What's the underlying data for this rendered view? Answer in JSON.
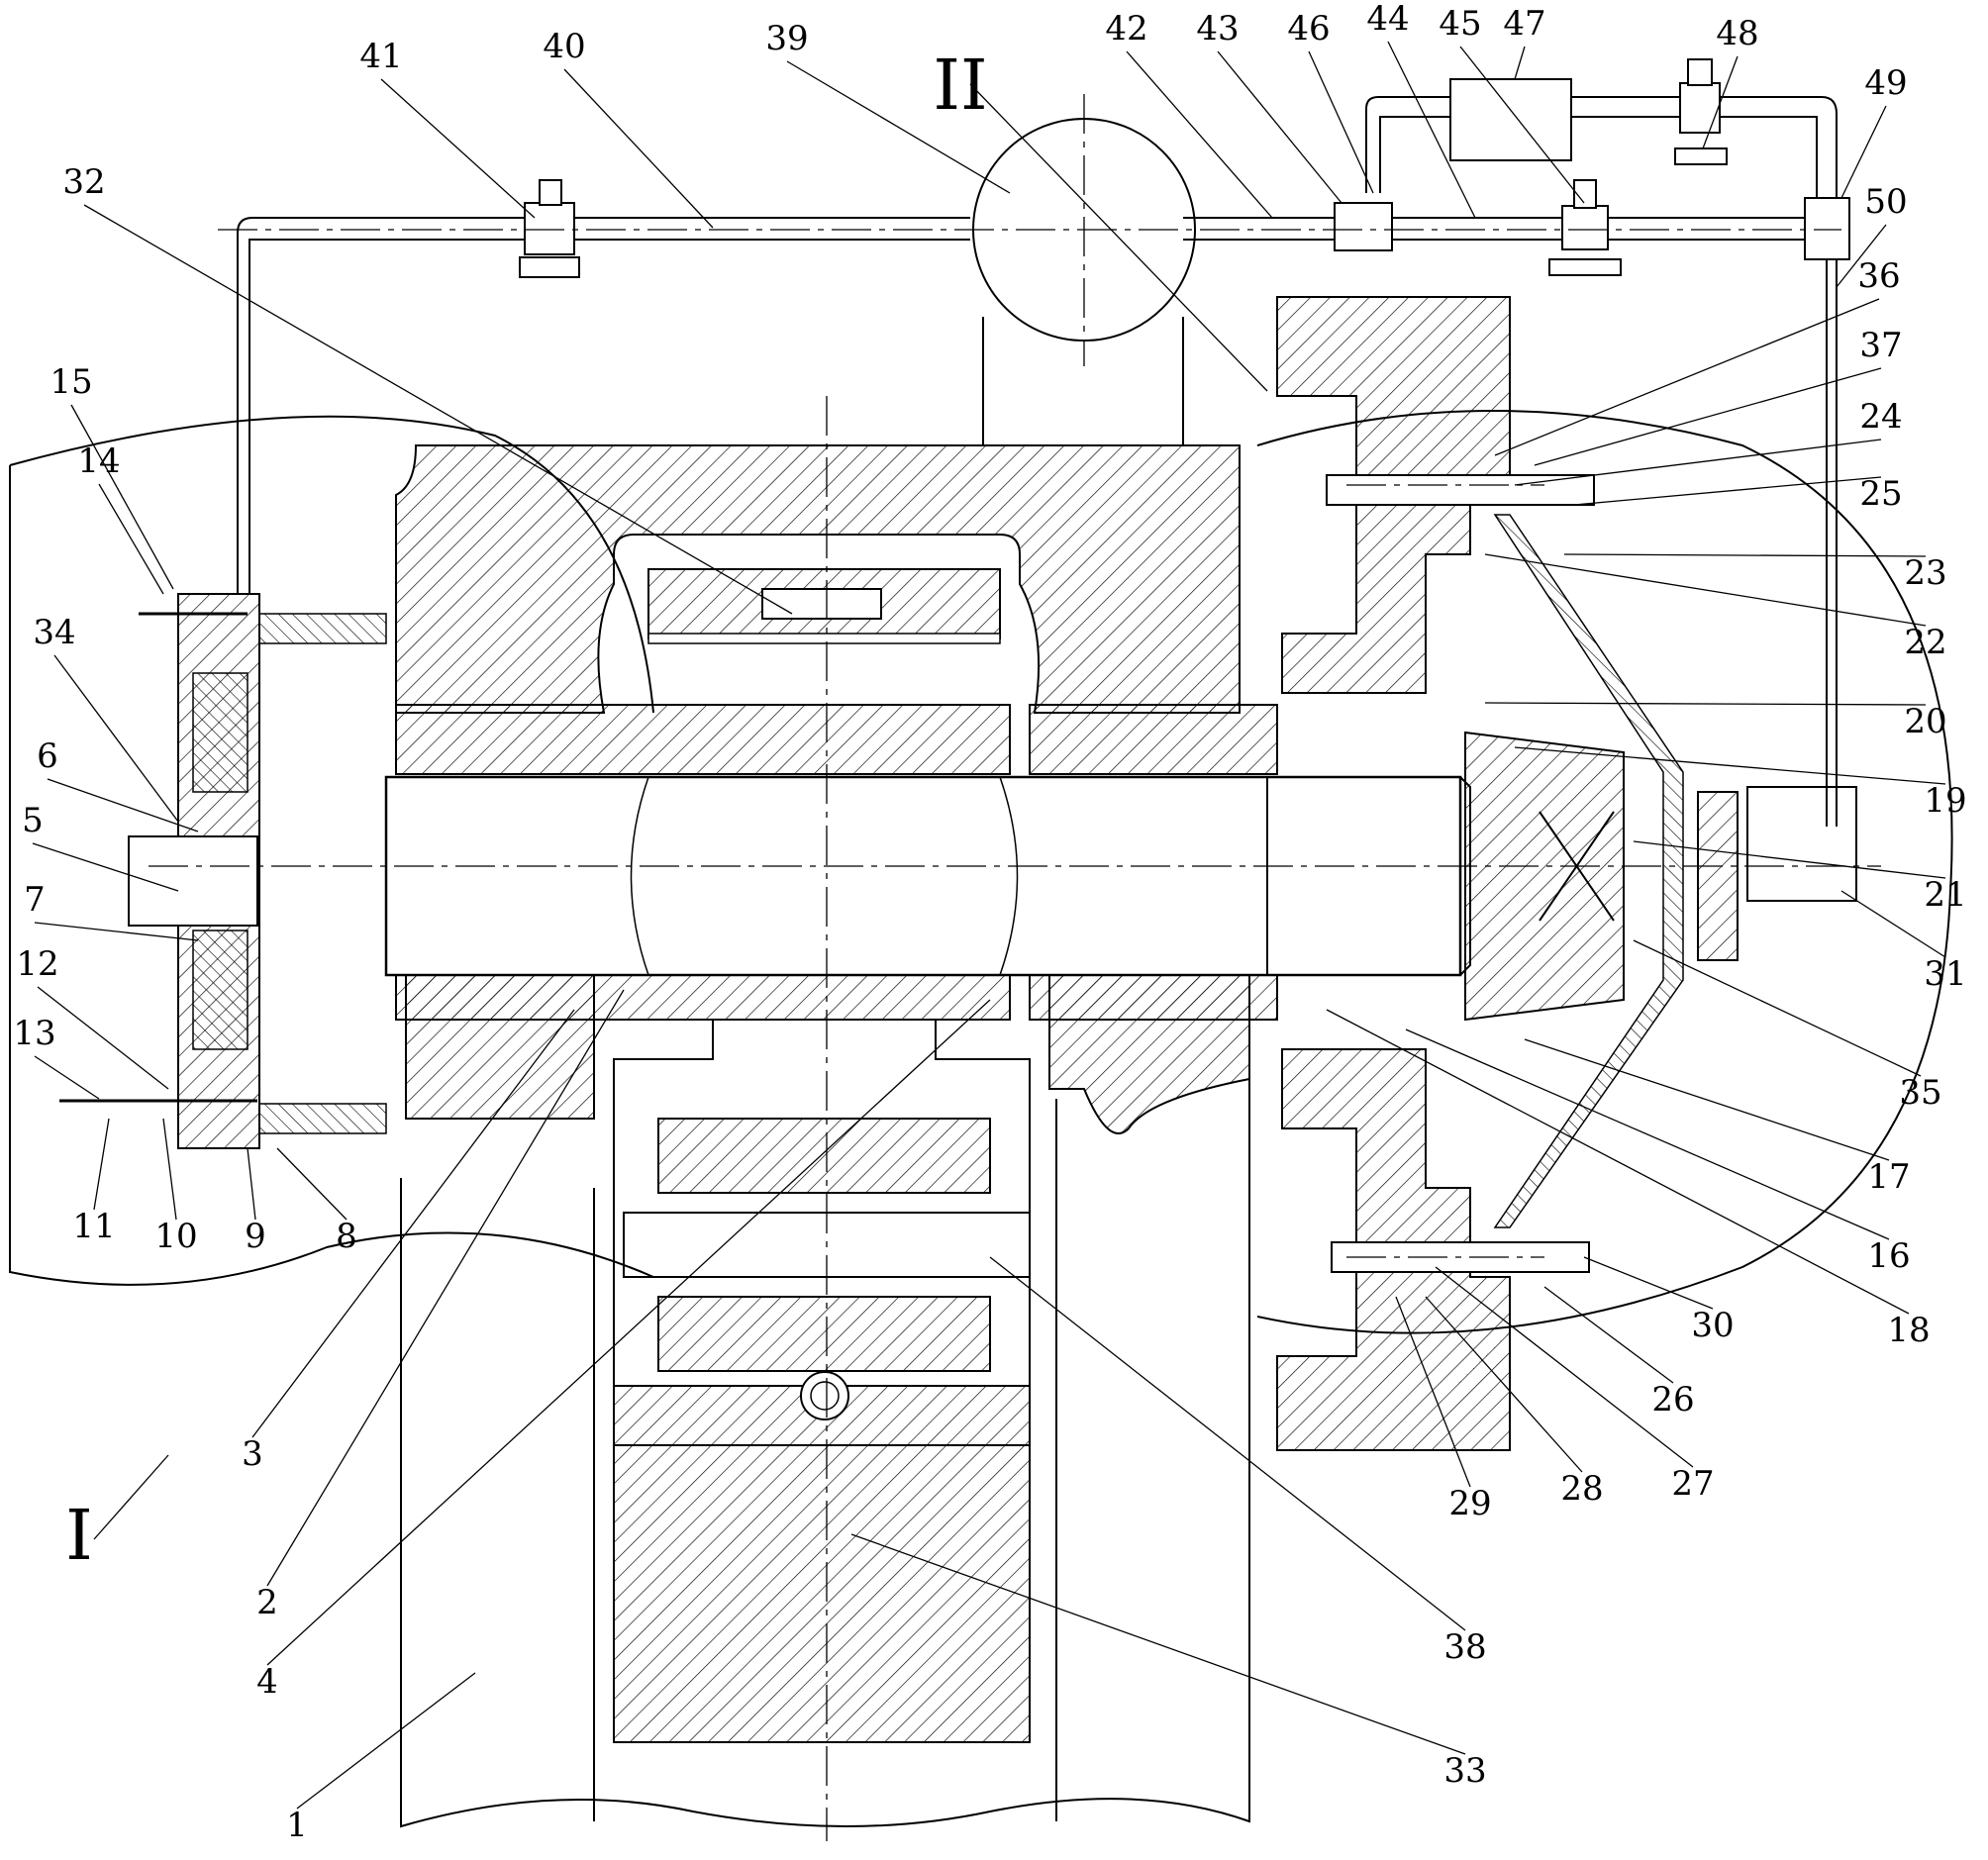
{
  "drawing": {
    "line_color": "#000000",
    "background": "#ffffff",
    "detail_labels": [
      "I",
      "II"
    ],
    "leader_labels": [
      "1",
      "2",
      "3",
      "4",
      "5",
      "6",
      "7",
      "8",
      "9",
      "10",
      "11",
      "12",
      "13",
      "14",
      "15",
      "16",
      "17",
      "18",
      "19",
      "20",
      "21",
      "22",
      "23",
      "24",
      "25",
      "26",
      "27",
      "28",
      "29",
      "30",
      "31",
      "32",
      "33",
      "34",
      "35",
      "36",
      "37",
      "38",
      "39",
      "40",
      "41",
      "42",
      "43",
      "44",
      "45",
      "46",
      "47",
      "48",
      "49",
      "50"
    ]
  }
}
